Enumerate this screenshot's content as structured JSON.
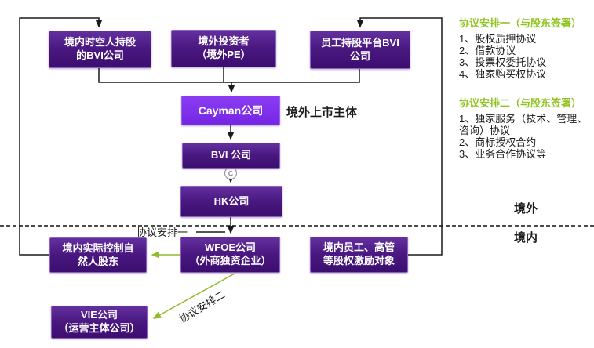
{
  "colors": {
    "box_purple_dark": "#4a1880",
    "box_purple_bright": "#7c2ee8",
    "accent_green": "#8fc31f",
    "arrow_green": "#94ba2f",
    "line_color": "#1a1a1a"
  },
  "diagram": {
    "boxes": {
      "domestic_holder_bvi": {
        "line1": "境内时空人持股",
        "line2": "的BVI公司"
      },
      "overseas_investor": {
        "line1": "境外投资者",
        "line2": "（境外PE）"
      },
      "employee_platform_bvi": {
        "line1": "员工持股平台BVI",
        "line2": "公司"
      },
      "cayman": {
        "line1": "Cayman公司"
      },
      "bvi": {
        "line1": "BVI 公司"
      },
      "hk": {
        "line1": "HK公司"
      },
      "domestic_controller": {
        "line1": "境内实际控制自",
        "line2": "然人股东"
      },
      "wfoe": {
        "line1": "WFOE公司",
        "line2": "（外商独资企业）"
      },
      "domestic_employees": {
        "line1": "境内员工、高管",
        "line2": "等股权激励对象"
      },
      "vie": {
        "line1": "VIE公司",
        "line2": "（运营主体公司）"
      }
    },
    "labels": {
      "listing_entity": "境外上市主体",
      "offshore": "境外",
      "onshore": "境内",
      "arrangement1": "协议安排一",
      "arrangement2": "协议安排二",
      "watermark": "C"
    }
  },
  "side_panel": {
    "section1": {
      "title": "协议安排一（与股东签署）",
      "items": [
        "1、股权质押协议",
        "2、借款协议",
        "3、投票权委托协议",
        "4、独家购买权协议"
      ]
    },
    "section2": {
      "title": "协议安排二（与股东签署）",
      "items": [
        "1、独家服务（技术、管理、咨询）协议",
        "2、商标授权合约",
        "3、业务合作协议等"
      ]
    }
  }
}
